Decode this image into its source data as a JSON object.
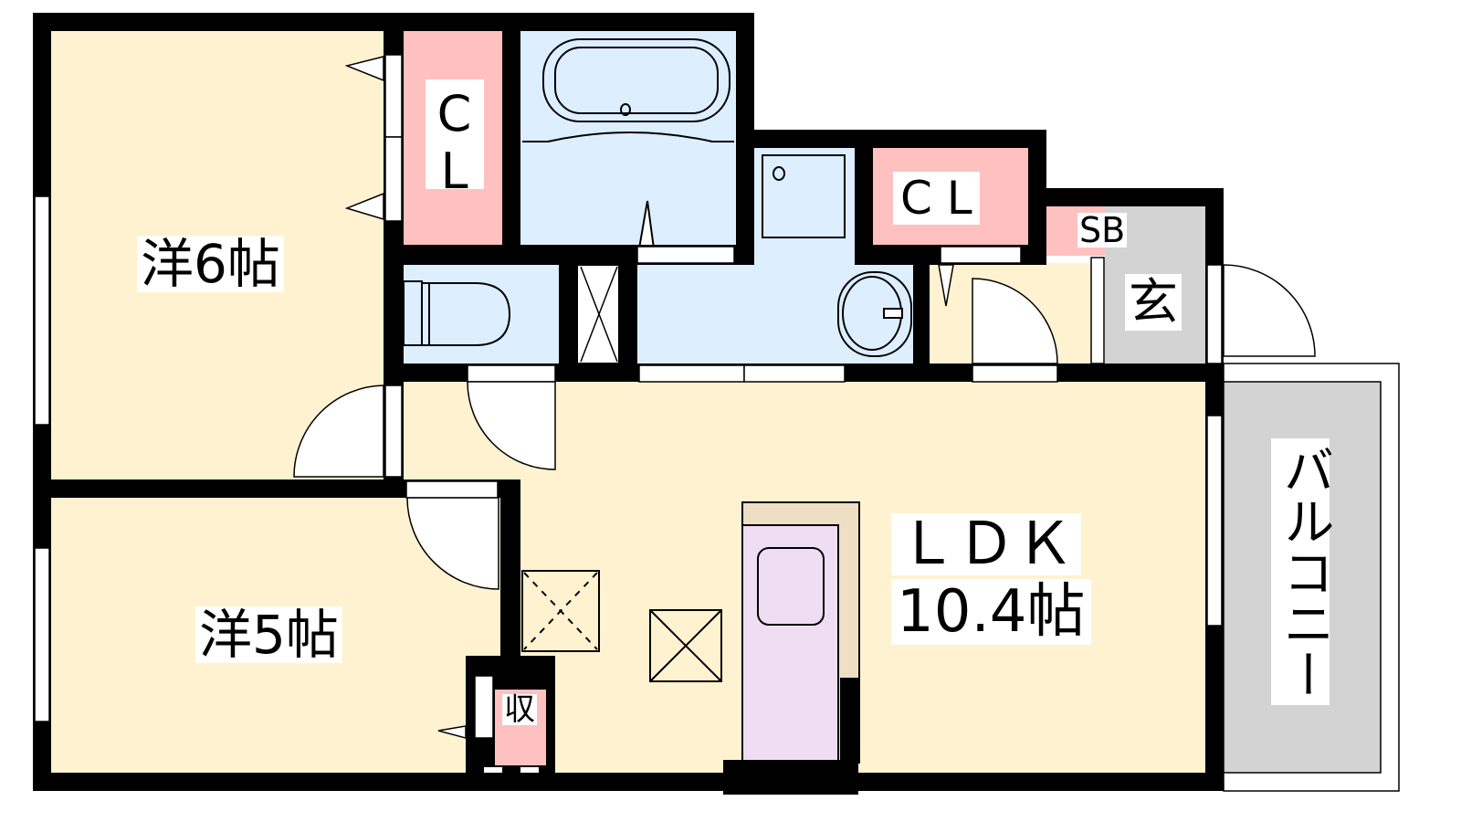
{
  "floorplan": {
    "rooms": {
      "western_6": "洋6帖",
      "western_5": "洋5帖",
      "closet_1": "CL",
      "closet_2": "C L",
      "shoe_box": "SB",
      "entrance": "玄",
      "ldk_name": "ＬＤＫ",
      "ldk_size": "10.4帖",
      "balcony": "バルコニー",
      "storage": "収"
    },
    "colors": {
      "room": "#FFF2D0",
      "wet_area": "#DDEEFF",
      "closet": "#FFC0C0",
      "entrance": "#D3D3D3",
      "kitchen": "#EEDDF3",
      "counter": "#EEDEC4",
      "wall": "#000000"
    }
  }
}
